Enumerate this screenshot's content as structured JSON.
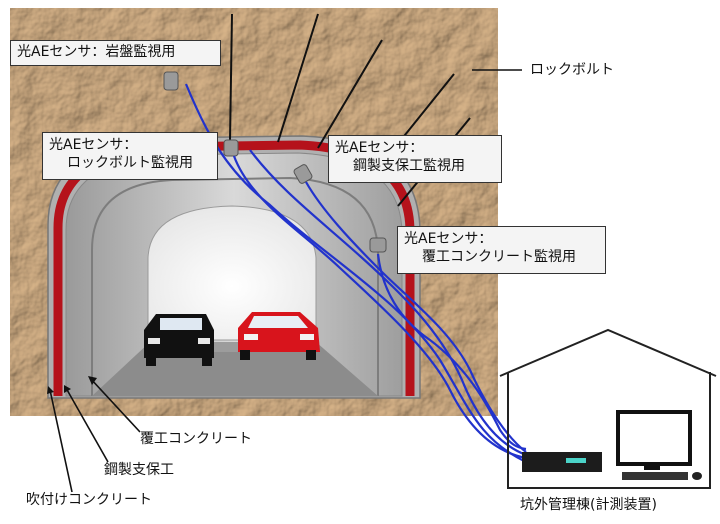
{
  "labels": {
    "sensor_rock": "光AEセンサ：岩盤監視用",
    "sensor_bolt_line1": "光AEセンサ：",
    "sensor_bolt_line2": "ロックボルト監視用",
    "sensor_steel_line1": "光AEセンサ：",
    "sensor_steel_line2": "鋼製支保工監視用",
    "sensor_lining_line1": "光AEセンサ：",
    "sensor_lining_line2": "覆工コンクリート監視用",
    "rock_bolt": "ロックボルト",
    "lining_concrete": "覆工コンクリート",
    "steel_support": "鋼製支保工",
    "shotcrete": "吹付けコンクリート",
    "control_building": "坑外管理棟(計測装置)"
  },
  "colors": {
    "rock": "#c9a47c",
    "lining": "#bdbdbd",
    "steel_support": "#b5121b",
    "fiber": "#2233cc",
    "car_red": "#d8141c",
    "car_black": "#111111"
  }
}
